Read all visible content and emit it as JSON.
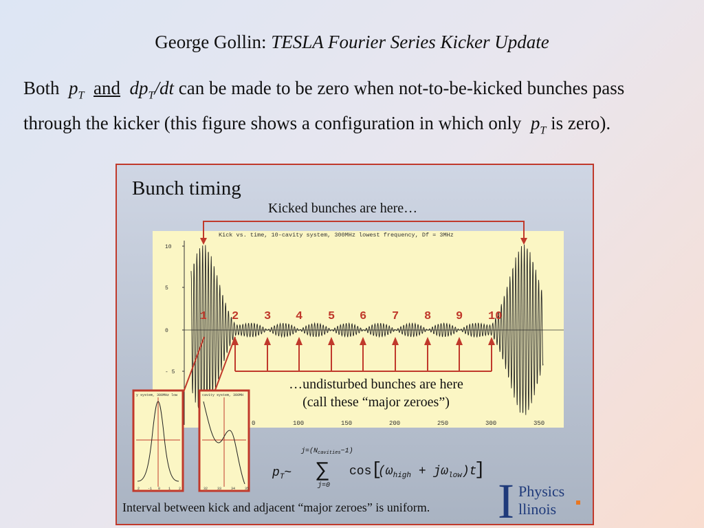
{
  "header": {
    "author": "George Gollin:",
    "topic": "TESLA Fourier Series Kicker Update"
  },
  "intro": {
    "w1": "Both",
    "p": "p",
    "t": "T",
    "and": "and",
    "dp": "dp",
    "dt": "/dt",
    "rest1": "can be made to be zero when not-to-be-kicked bunches pass through the kicker (this figure shows a configuration in which only",
    "rest2": "is zero)."
  },
  "figure": {
    "title": "Bunch timing",
    "kicked_label": "Kicked bunches are here…",
    "undisturbed_line1": "…undisturbed bunches are here",
    "undisturbed_line2": "(call these “major zeroes”)",
    "bottom_caption": "Interval between kick and adjacent “major zeroes” is uniform.",
    "plot_title": "Kick vs. time, 10-cavity system, 300MHz lowest frequency, Df = 3MHz",
    "y_ticks": [
      "10",
      "5",
      "0",
      "- 5"
    ],
    "x_ticks": [
      "0",
      "100",
      "150",
      "200",
      "250",
      "300",
      "350"
    ],
    "zero_labels": [
      "1",
      "2",
      "3",
      "4",
      "5",
      "6",
      "7",
      "8",
      "9",
      "10"
    ],
    "inset1_title": "y system, 300MHz low",
    "inset1_ticks": [
      "2",
      "-1",
      "0",
      "1",
      "2"
    ],
    "inset2_title": "cavity system, 300MH",
    "inset2_ticks": [
      "32",
      "33",
      "34",
      "35"
    ],
    "formula": {
      "pt": "p",
      "sub_t": "T",
      "sim": "~",
      "upper": "j=(N",
      "upper_sub": "cavities",
      "upper_end": "−1)",
      "lower": "j=0",
      "cos": "cos",
      "body": "(ω",
      "high": "high",
      "plus": " + jω",
      "low": "low",
      "tail": ")t"
    },
    "logo": {
      "i": "I",
      "physics": "Physics",
      "illinois": "llinois"
    }
  },
  "colors": {
    "accent": "#c0392b",
    "plot_bg": "#fbf6c4",
    "logo": "#1f3a7a"
  }
}
